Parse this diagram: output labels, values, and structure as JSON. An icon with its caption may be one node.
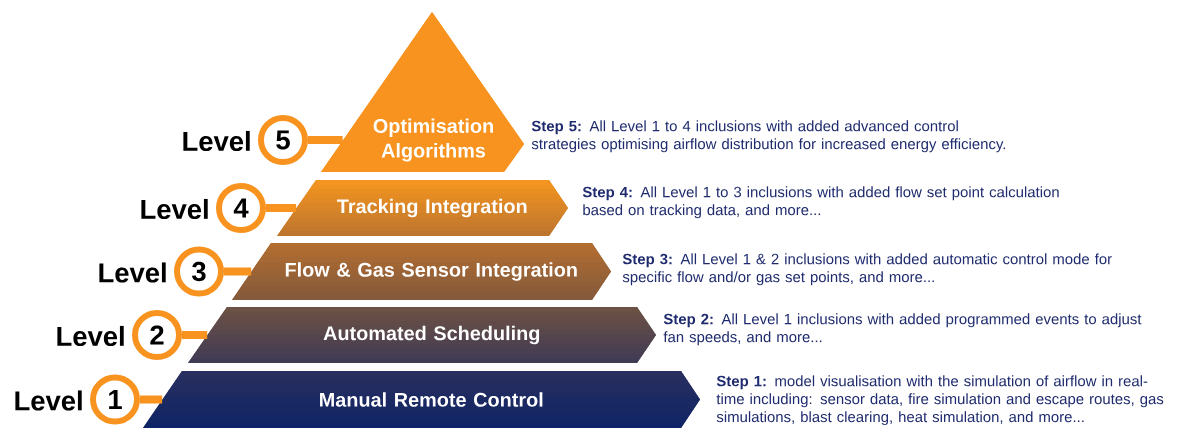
{
  "diagram": {
    "nodes": [
      {
        "text": [
          "5"
        ],
        "beside": [
          "Level"
        ]
      },
      {
        "text": [
          "Optimisation Algorithms"
        ],
        "beside": [
          "**Step 5:** All Level 1 to 4 inclusions with added advanced control strategies optimising airflow distribution for increased energy efficiency."
        ]
      },
      {
        "text": [
          "4"
        ],
        "beside": [
          "Level"
        ]
      },
      {
        "text": [
          "Tracking Integration"
        ],
        "beside": [
          "**Step 4:** All Level 1 to 3 inclusions with added flow set point calculation based on tracking data, and more..."
        ]
      },
      {
        "text": [
          "3"
        ],
        "beside": [
          "Level"
        ]
      },
      {
        "text": [
          "Flow & Gas Sensor Integration"
        ],
        "beside": [
          "**Step 3:** All Level 1 & 2 inclusions with added automatic control mode for specific flow and/or gas set points, and more..."
        ]
      },
      {
        "text": [
          "2"
        ],
        "beside": [
          "Level"
        ]
      },
      {
        "text": [
          "Automated Scheduling"
        ],
        "beside": [
          "**Step 2:** All Level 1 inclusions with added programmed events to adjust fan speeds, and more..."
        ]
      },
      {
        "text": [
          "1"
        ],
        "beside": [
          "Level"
        ]
      },
      {
        "text": [
          "Manual Remote Control"
        ],
        "beside": [
          "**Step 1:** model visualisation with the simulation of airflow in real-time including: sensor data, fire simulation and escape routes, gas simulations, blast clearing, heat simulation, and more..."
        ]
      }
    ],
    "edges": [
      {
        "from": 0,
        "to": 1,
        "arrow": "none"
      },
      {
        "from": 2,
        "to": 3,
        "arrow": "none"
      },
      {
        "from": 4,
        "to": 5,
        "arrow": "none"
      },
      {
        "from": 6,
        "to": 7,
        "arrow": "none"
      },
      {
        "from": 8,
        "to": 9,
        "arrow": "none"
      }
    ]
  }
}
